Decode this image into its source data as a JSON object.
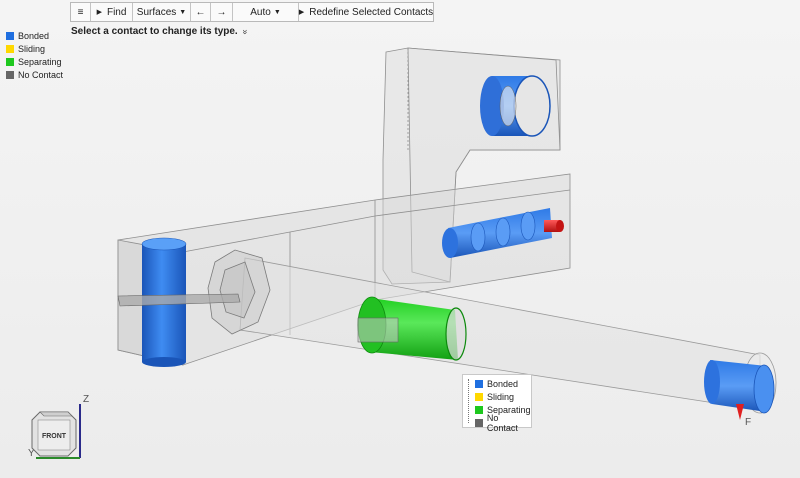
{
  "toolbar": {
    "menu_icon": "≡",
    "find_label": "Find",
    "surfaces_label": "Surfaces",
    "back_icon": "←",
    "forward_icon": "→",
    "auto_label": "Auto",
    "redefine_label": "Redefine Selected Contacts"
  },
  "hint": {
    "text": "Select a contact to change its type.",
    "expand_icon": "»"
  },
  "legend": {
    "items": [
      {
        "label": "Bonded",
        "color": "#1f6fe0"
      },
      {
        "label": "Sliding",
        "color": "#ffd800"
      },
      {
        "label": "Separating",
        "color": "#1ec81e"
      },
      {
        "label": "No Contact",
        "color": "#666666"
      }
    ]
  },
  "axes": {
    "z": "Z",
    "y": "Y"
  },
  "viewcube": {
    "face": "FRONT"
  },
  "force_label": "F",
  "colors": {
    "bonded": "#1f6fe0",
    "separating": "#1ec81e",
    "highlight": "#e02020"
  }
}
